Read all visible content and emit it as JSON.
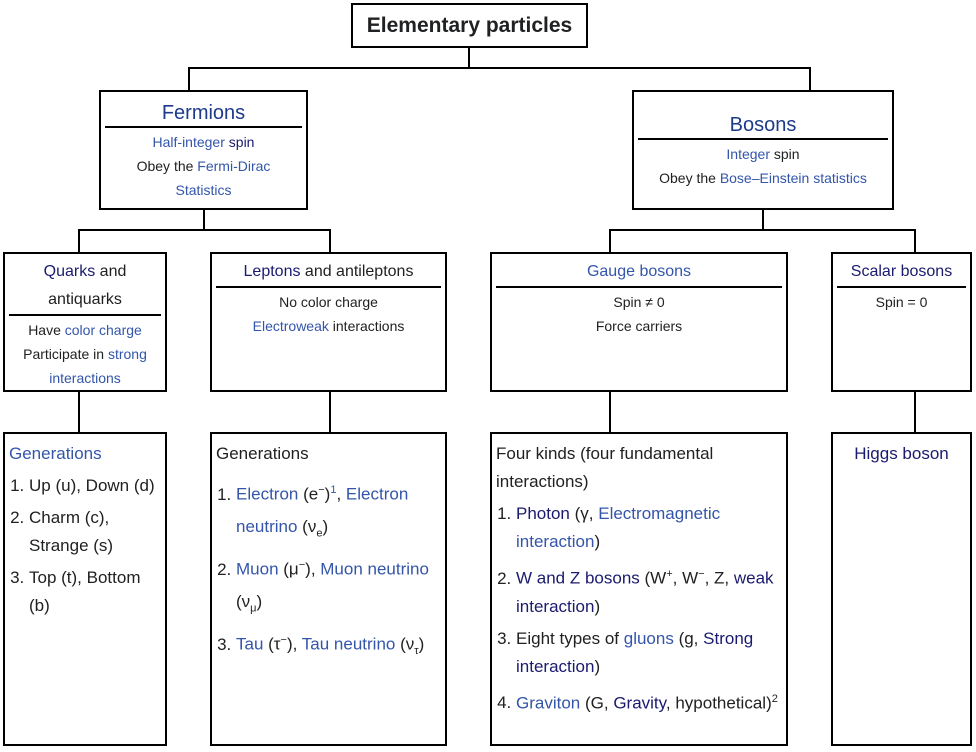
{
  "root": {
    "title": "Elementary particles"
  },
  "fermions": {
    "title": "Fermions",
    "line1_link": "Half-integer",
    "line1_text": " spin",
    "line2_text": "Obey the ",
    "line2_link": "Fermi-Dirac",
    "line3_link": "Statistics"
  },
  "bosons": {
    "title": "Bosons",
    "line1_link": "Integer",
    "line1_text": " spin",
    "line2_text": "Obey the ",
    "line2_link": "Bose–Einstein statistics"
  },
  "quarks": {
    "title_link": "Quarks",
    "title_text": " and antiquarks",
    "line1_text": "Have ",
    "line1_link": "color charge",
    "line2_text": "Participate in ",
    "line2_link": "strong interactions"
  },
  "leptons": {
    "title_link": "Leptons",
    "title_text": " and antileptons",
    "line1_text": "No color charge",
    "line2_link": "Electroweak",
    "line2_text": " interactions"
  },
  "gauge": {
    "title_link": "Gauge bosons",
    "line1_text": "Spin ≠ 0",
    "line2_text": "Force carriers"
  },
  "scalar": {
    "title_link": "Scalar bosons",
    "line1_text": "Spin = 0"
  },
  "quark_generations": {
    "heading": "Generations",
    "items": [
      "Up (u), Down (d)",
      "Charm (c), Strange (s)",
      "Top (t), Bottom (b)"
    ]
  },
  "lepton_generations": {
    "heading": "Generations",
    "i1_a": "Electron",
    "i1_b": " (e",
    "i1_c": "−",
    "i1_d": ")",
    "i1_e": "1",
    "i1_f": ", ",
    "i1_g": "Electron neutrino",
    "i1_h": " (ν",
    "i1_i": "e",
    "i1_j": ")",
    "i2_a": "Muon",
    "i2_b": " (μ",
    "i2_c": "−",
    "i2_d": "), ",
    "i2_e": "Muon neutrino",
    "i2_f": " (ν",
    "i2_g": "μ",
    "i2_h": ")",
    "i3_a": "Tau",
    "i3_b": " (τ",
    "i3_c": "−",
    "i3_d": "), ",
    "i3_e": "Tau neutrino",
    "i3_f": " (ν",
    "i3_g": "τ",
    "i3_h": ")"
  },
  "gauge_kinds": {
    "heading": "Four kinds (four fundamental interactions)",
    "k1_a": "Photon",
    "k1_b": " (γ, ",
    "k1_c": "Electromagnetic interaction",
    "k1_d": ")",
    "k2_a": "W and Z bosons",
    "k2_b": " (W",
    "k2_c": "+",
    "k2_d": ", W",
    "k2_e": "−",
    "k2_f": ", Z, ",
    "k2_g": "weak interaction",
    "k2_h": ")",
    "k3_a": "Eight types of ",
    "k3_b": "gluons",
    "k3_c": " (g, ",
    "k3_d": "Strong interaction",
    "k3_e": ")",
    "k4_a": "Graviton",
    "k4_b": " (G, ",
    "k4_c": "Gravity",
    "k4_d": ", hypothetical)",
    "k4_e": "2"
  },
  "higgs": {
    "label": "Higgs boson"
  }
}
